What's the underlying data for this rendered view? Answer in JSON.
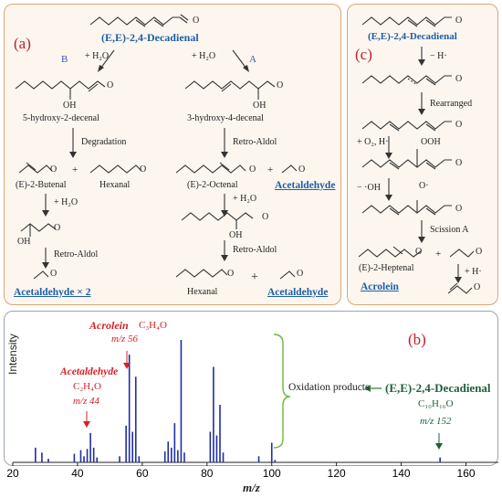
{
  "panel_a": {
    "letter": "(a)",
    "title": "(E,E)-2,4-Decadienal",
    "path_b": "B",
    "path_a": "A",
    "h2o": "+ H₂O",
    "c_5hydroxy": "5-hydroxy-2-decenal",
    "c_3hydroxy": "3-hydroxy-4-decenal",
    "step_degradation": "Degradation",
    "step_retro_aldol": "Retro-Aldol",
    "c_butenal": "(E)-2-Butenal",
    "plus": "+",
    "c_hexanal": "Hexanal",
    "c_octenal": "(E)-2-Octenal",
    "c_acetaldehyde": "Acetaldehyde",
    "c_acetaldehyde_x2": "Acetaldehyde × 2",
    "oh": "OH",
    "o": "O"
  },
  "panel_c": {
    "letter": "(c)",
    "title": "(E,E)-2,4-Decadienal",
    "minus_h": "− H·",
    "rearranged": "Rearranged",
    "plus_o2": "+ O₂, H·",
    "ooh": "OOH",
    "minus_oh": "− ·OH",
    "o_rad": "O·",
    "scission": "Scission A",
    "c_heptenal": "(E)-2-Heptenal",
    "plus": "+",
    "plus_h": "+ H·",
    "c_acrolein": "Acrolein"
  },
  "panel_b": {
    "letter": "(b)",
    "ylabel": "Intensity",
    "xlabel": "m/z",
    "acrolein_name": "Acrolein",
    "acrolein_formula": "C₃H₄O",
    "acrolein_mz": "m/z 56",
    "acetaldehyde_name": "Acetaldehyde",
    "acetaldehyde_formula": "C₂H₄O",
    "acetaldehyde_mz": "m/z 44",
    "oxidation_products": "Oxidation products",
    "decadienal_name": "(E,E)-2,4-Decadienal",
    "decadienal_formula": "C₁₀H₁₆O",
    "decadienal_mz": "m/z 152",
    "colors": {
      "spectrum": "#1f2f9e",
      "red": "#d42027",
      "green": "#2a7a3c"
    }
  },
  "chart_data": {
    "type": "bar",
    "xlabel": "m/z",
    "ylabel": "Intensity",
    "xlim": [
      20,
      170
    ],
    "x_ticks": [
      20,
      40,
      60,
      80,
      100,
      120,
      140,
      160
    ],
    "peaks": [
      {
        "mz": 27,
        "intensity": 0.12
      },
      {
        "mz": 29,
        "intensity": 0.08
      },
      {
        "mz": 31,
        "intensity": 0.03
      },
      {
        "mz": 39,
        "intensity": 0.07
      },
      {
        "mz": 41,
        "intensity": 0.1
      },
      {
        "mz": 42,
        "intensity": 0.05
      },
      {
        "mz": 43,
        "intensity": 0.11
      },
      {
        "mz": 44,
        "intensity": 0.24
      },
      {
        "mz": 45,
        "intensity": 0.12
      },
      {
        "mz": 46,
        "intensity": 0.04
      },
      {
        "mz": 53,
        "intensity": 0.05
      },
      {
        "mz": 55,
        "intensity": 0.3
      },
      {
        "mz": 56,
        "intensity": 0.88
      },
      {
        "mz": 57,
        "intensity": 0.25
      },
      {
        "mz": 58,
        "intensity": 0.7
      },
      {
        "mz": 59,
        "intensity": 0.05
      },
      {
        "mz": 67,
        "intensity": 0.09
      },
      {
        "mz": 68,
        "intensity": 0.17
      },
      {
        "mz": 69,
        "intensity": 0.12
      },
      {
        "mz": 70,
        "intensity": 0.32
      },
      {
        "mz": 71,
        "intensity": 0.1
      },
      {
        "mz": 72,
        "intensity": 1.0
      },
      {
        "mz": 73,
        "intensity": 0.08
      },
      {
        "mz": 81,
        "intensity": 0.25
      },
      {
        "mz": 82,
        "intensity": 0.78
      },
      {
        "mz": 83,
        "intensity": 0.22
      },
      {
        "mz": 84,
        "intensity": 0.47
      },
      {
        "mz": 85,
        "intensity": 0.08
      },
      {
        "mz": 96,
        "intensity": 0.05
      },
      {
        "mz": 100,
        "intensity": 0.16
      },
      {
        "mz": 101,
        "intensity": 0.02
      },
      {
        "mz": 152,
        "intensity": 0.04
      }
    ]
  }
}
